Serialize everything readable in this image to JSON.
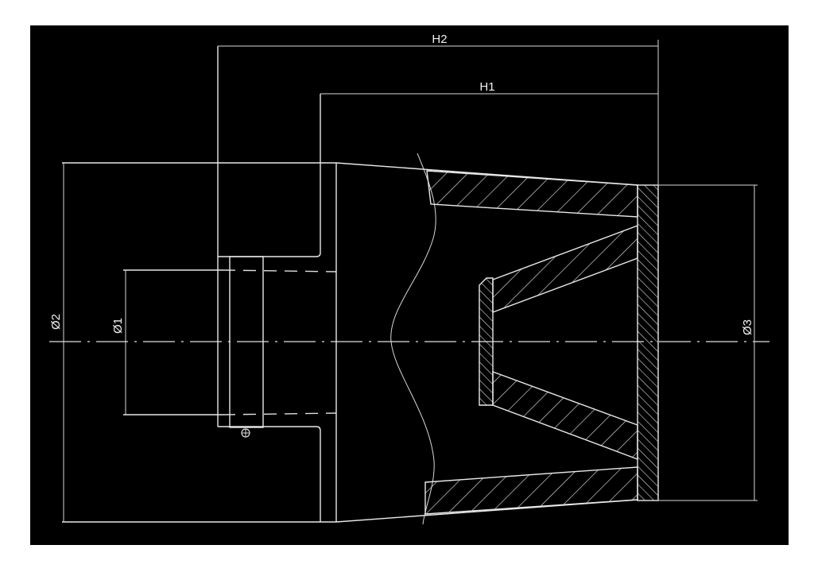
{
  "drawing": {
    "background": "#000000",
    "line_color": "#e8e8e8",
    "dimensions": {
      "h2": "H2",
      "h1": "H1",
      "d1": "Ø1",
      "d2": "Ø2",
      "d3": "Ø3"
    }
  }
}
